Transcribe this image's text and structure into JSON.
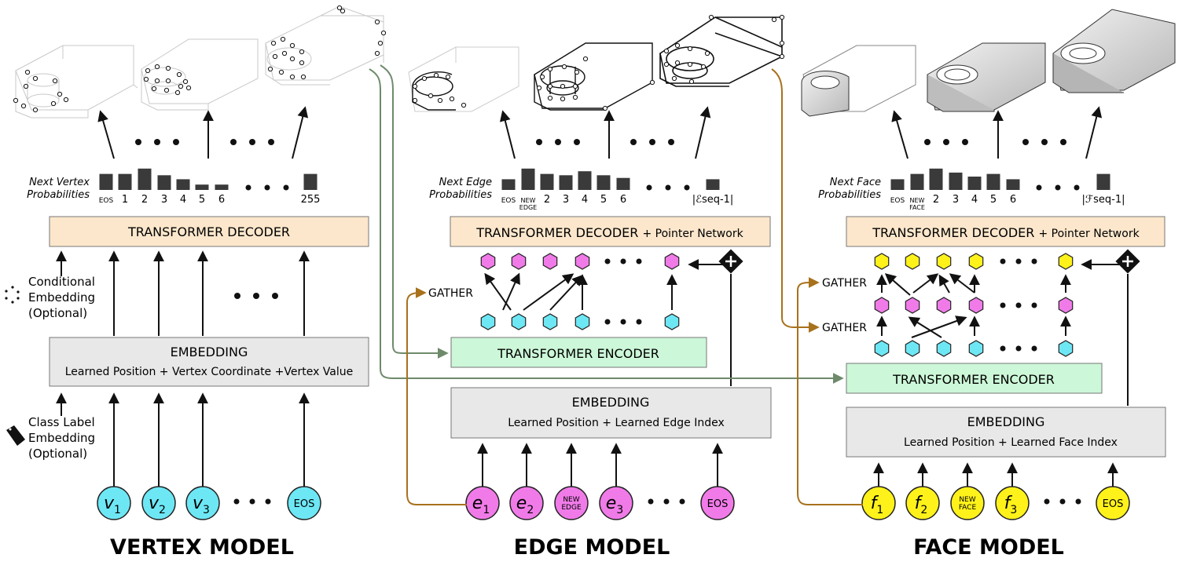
{
  "colors": {
    "decoder_fill": "#fce7cc",
    "encoder_fill": "#ccf7d8",
    "embedding_fill": "#e8e8e8",
    "vertex_token": "#6ee7f5",
    "edge_token": "#f07be8",
    "face_token": "#fff21a",
    "green_arrow": "#6e8a6b",
    "brown_arrow": "#a8711c"
  },
  "vertex": {
    "title": "VERTEX MODEL",
    "decoder": "TRANSFORMER DECODER",
    "embedding_title": "EMBEDDING",
    "embedding_sub": "Learned Position + Vertex Coordinate +Vertex Value",
    "conditional": [
      "Conditional",
      "Embedding",
      "(Optional)"
    ],
    "class_label": [
      "Class Label",
      "Embedding",
      "(Optional)"
    ],
    "prob_label": [
      "Next Vertex",
      "Probabilities"
    ],
    "prob_ticks": [
      "EOS",
      "1",
      "2",
      "3",
      "4",
      "5",
      "6",
      "255"
    ],
    "prob_values": [
      0.6,
      0.6,
      0.8,
      0.55,
      0.4,
      0.2,
      0.2,
      0.6
    ],
    "tokens": [
      {
        "base": "v",
        "sub": "1"
      },
      {
        "base": "v",
        "sub": "2"
      },
      {
        "base": "v",
        "sub": "3"
      },
      {
        "base": "EOS",
        "sub": ""
      }
    ]
  },
  "edge": {
    "title": "EDGE MODEL",
    "decoder": "TRANSFORMER DECODER",
    "pointer": "Pointer Network",
    "encoder": "TRANSFORMER ENCODER",
    "gather": "GATHER",
    "embedding_title": "EMBEDDING",
    "embedding_sub": "Learned Position  +  Learned Edge Index",
    "prob_label": [
      "Next Edge",
      "Probabilities"
    ],
    "prob_ticks": [
      "EOS",
      "NEW\nEDGE",
      "2",
      "3",
      "4",
      "5",
      "6",
      "|ℰseq-1|"
    ],
    "prob_values": [
      0.4,
      0.8,
      0.6,
      0.55,
      0.7,
      0.55,
      0.45,
      0.4
    ],
    "tokens": [
      {
        "base": "e",
        "sub": "1"
      },
      {
        "base": "e",
        "sub": "2"
      },
      {
        "base": "NEW\nEDGE",
        "sub": ""
      },
      {
        "base": "e",
        "sub": "3"
      },
      {
        "base": "EOS",
        "sub": ""
      }
    ]
  },
  "face": {
    "title": "FACE MODEL",
    "decoder": "TRANSFORMER DECODER",
    "pointer": "Pointer Network",
    "encoder": "TRANSFORMER ENCODER",
    "gather": "GATHER",
    "embedding_title": "EMBEDDING",
    "embedding_sub": "Learned Position  +  Learned Face Index",
    "prob_label": [
      "Next Face",
      "Probabilities"
    ],
    "prob_ticks": [
      "EOS",
      "NEW\nFACE",
      "2",
      "3",
      "4",
      "5",
      "6",
      "|ℱseq-1|"
    ],
    "prob_values": [
      0.4,
      0.6,
      0.8,
      0.65,
      0.5,
      0.6,
      0.4,
      0.6
    ],
    "tokens": [
      {
        "base": "f",
        "sub": "1"
      },
      {
        "base": "f",
        "sub": "2"
      },
      {
        "base": "NEW\nFACE",
        "sub": ""
      },
      {
        "base": "f",
        "sub": "3"
      },
      {
        "base": "EOS",
        "sub": ""
      }
    ]
  }
}
